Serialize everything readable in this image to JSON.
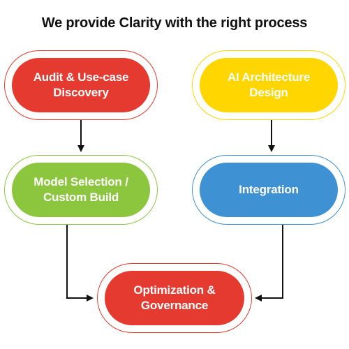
{
  "title": "We provide Clarity with the right process",
  "nodes": {
    "audit": {
      "label": "Audit & Use-case\nDiscovery",
      "color": "#e53a2f"
    },
    "ai_architecture": {
      "label": "AI Architecture\nDesign",
      "color": "#ffd600"
    },
    "model_selection": {
      "label": "Model Selection /\nCustom Build",
      "color": "#8cc63f"
    },
    "integration": {
      "label": "Integration",
      "color": "#3e91d2"
    },
    "optimization": {
      "label": "Optimization &\nGovernance",
      "color": "#e53a2f"
    }
  },
  "colors": {
    "arrow": "#111111"
  },
  "edges": [
    {
      "from": "Audit & Use-case Discovery",
      "to": "Model Selection / Custom Build"
    },
    {
      "from": "AI Architecture Design",
      "to": "Integration"
    },
    {
      "from": "Model Selection / Custom Build",
      "to": "Optimization & Governance"
    },
    {
      "from": "Integration",
      "to": "Optimization & Governance"
    }
  ]
}
